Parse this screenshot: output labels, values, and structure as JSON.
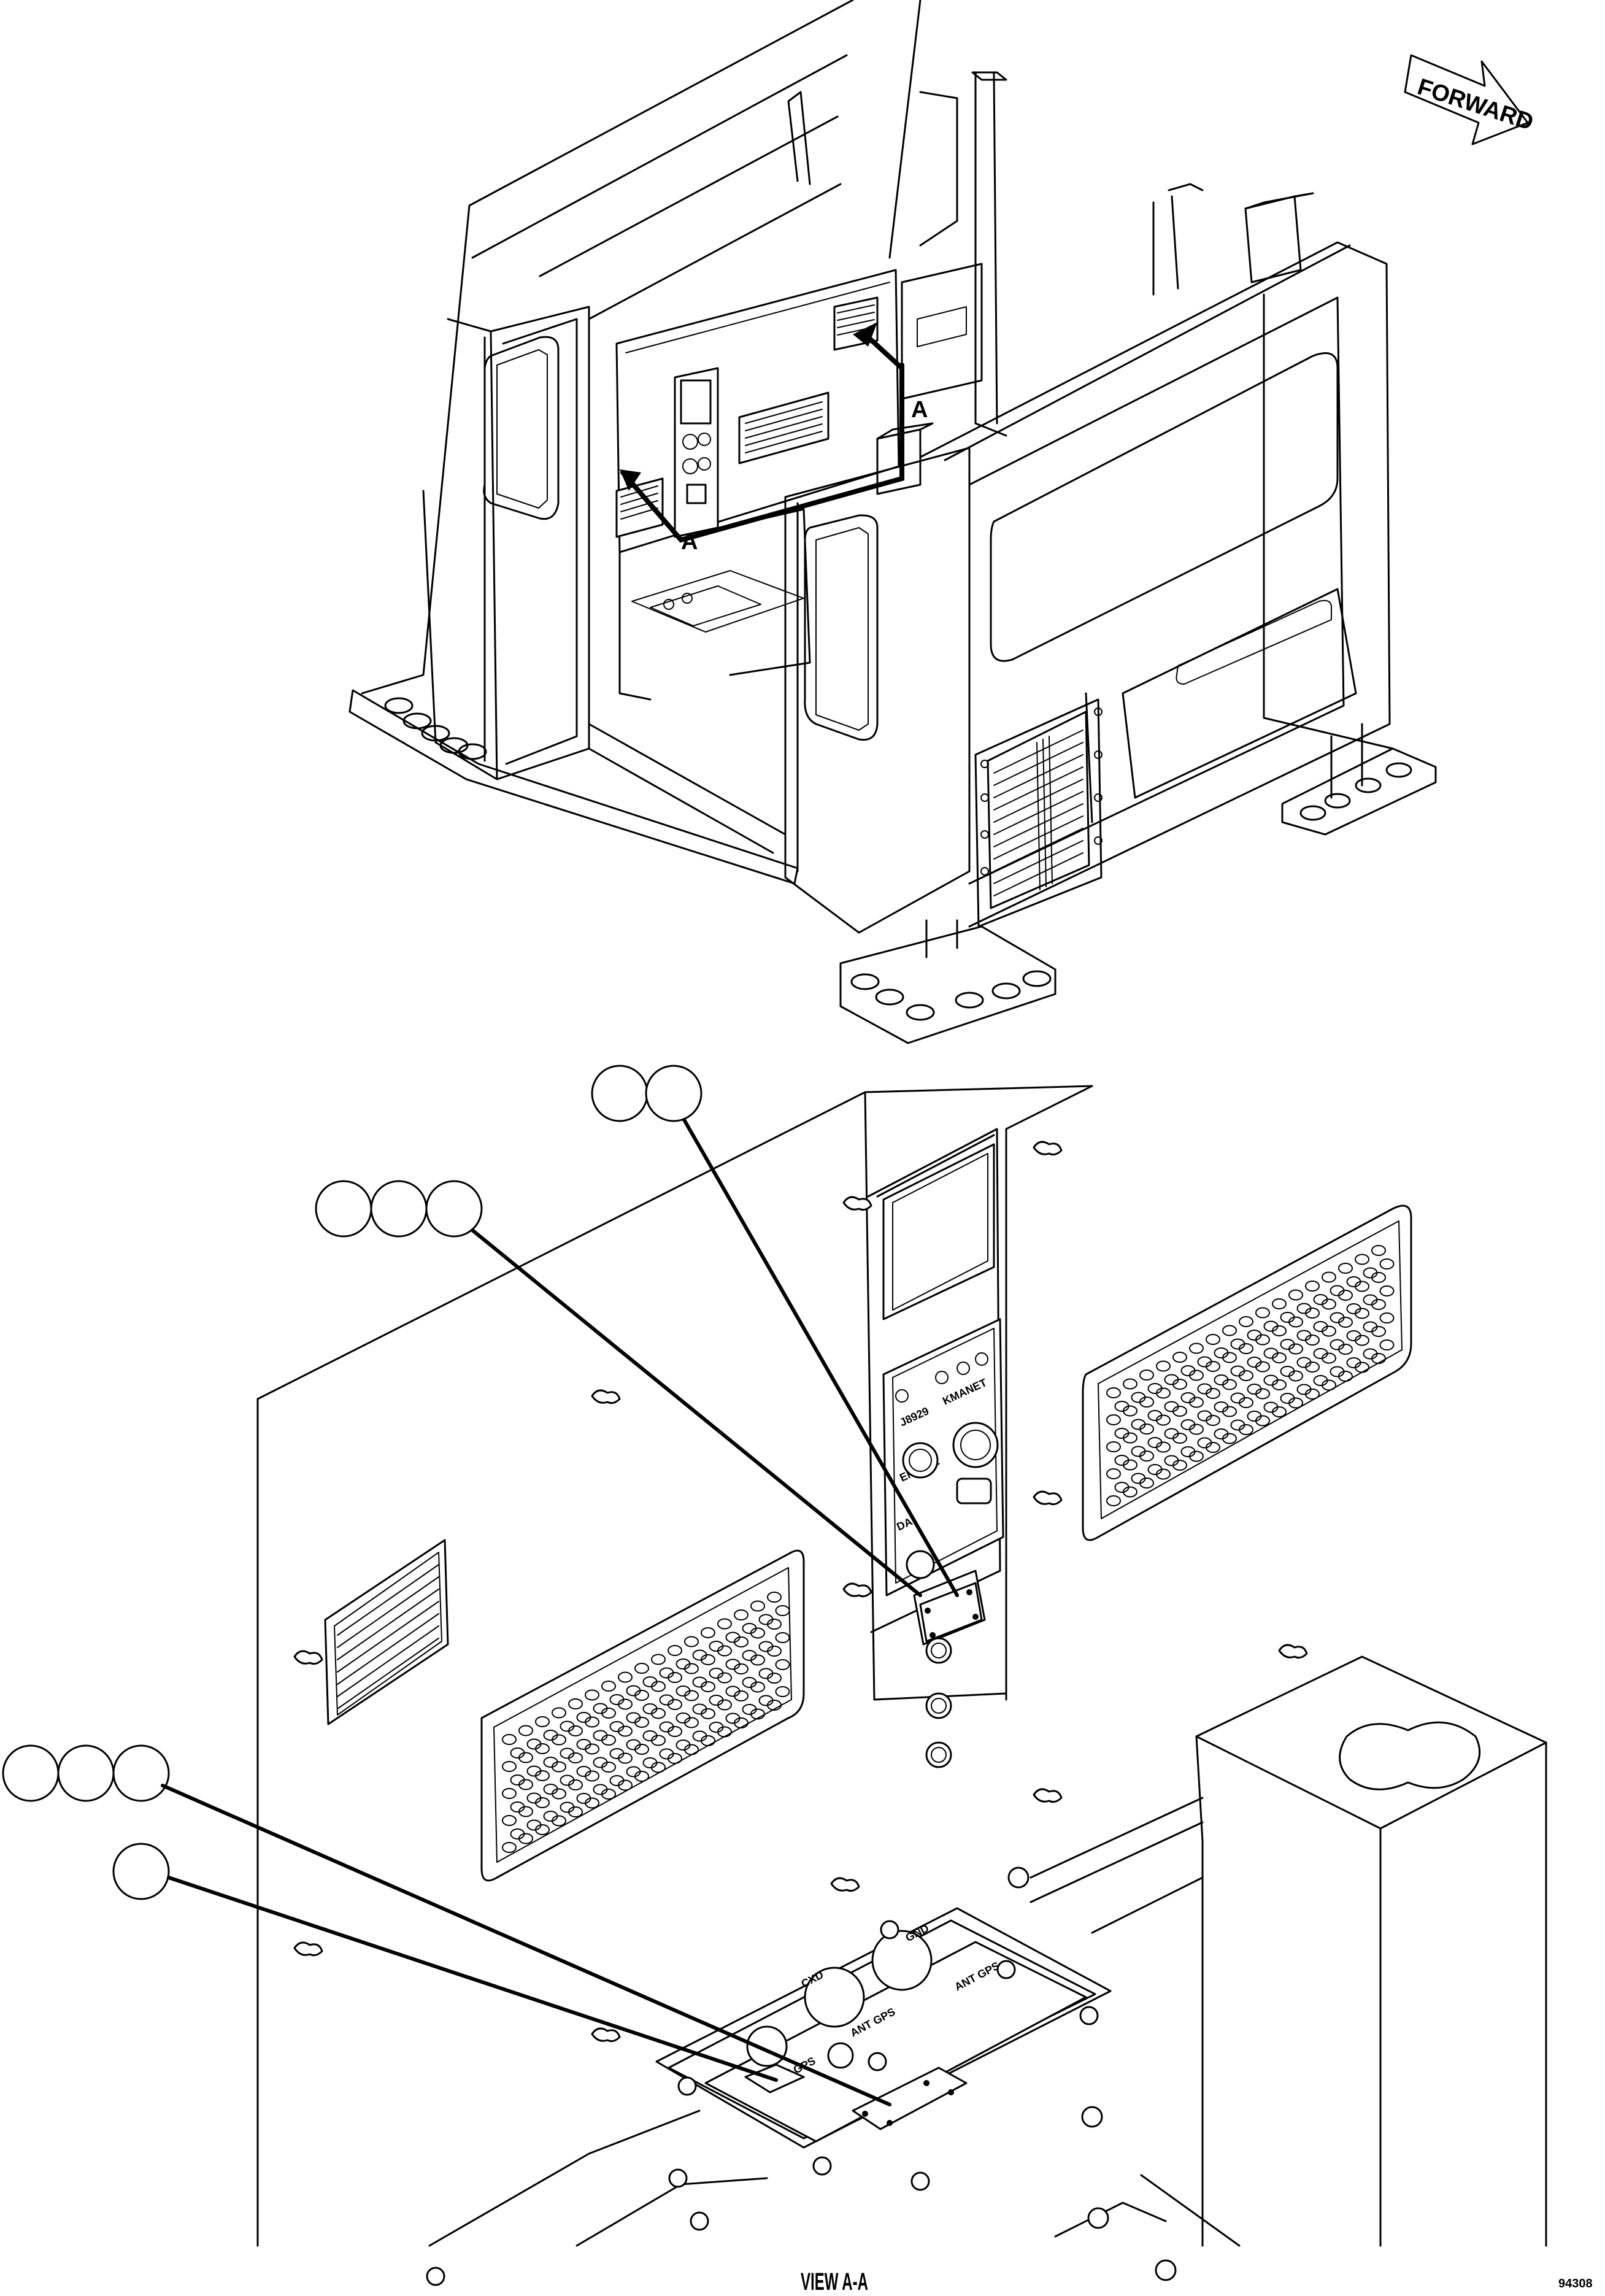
{
  "direction_arrow": {
    "label": "FORWARD"
  },
  "section_marks": {
    "left": "A",
    "right": "A"
  },
  "panel_labels": {
    "top_left": "J8929",
    "top_right": "KMANET",
    "middle": "ENGINE",
    "bottom": "DA"
  },
  "plate_labels": {
    "gnd": "GND",
    "cxd": "CXD",
    "ant_gps_left": "ANT GPS",
    "ant_gps_right": "ANT GPS",
    "ant_gps_mid": "ANT GPS"
  },
  "callouts": [
    {
      "id": "callout-group-2",
      "count": 2
    },
    {
      "id": "callout-group-3a",
      "count": 3
    },
    {
      "id": "callout-group-3b",
      "count": 3
    },
    {
      "id": "callout-single",
      "count": 1
    }
  ],
  "view_caption": "VIEW A-A",
  "figure_code": "94308"
}
